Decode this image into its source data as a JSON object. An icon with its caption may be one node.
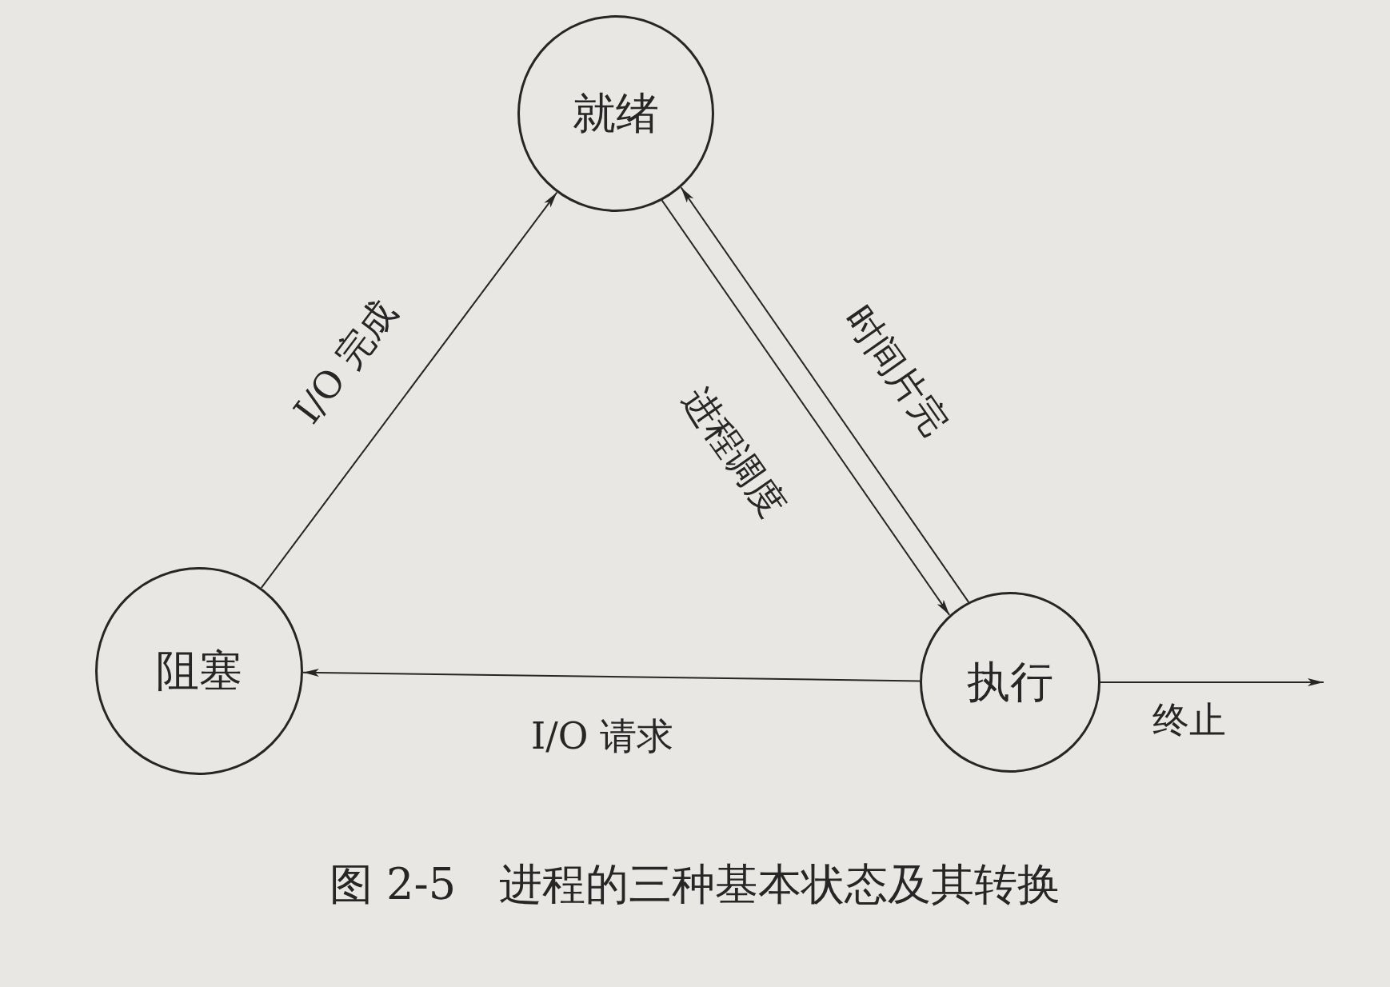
{
  "diagram": {
    "caption": "图 2-5　进程的三种基本状态及其转换",
    "nodes": [
      {
        "text": [
          "就绪"
        ]
      },
      {
        "text": [
          "阻塞"
        ]
      },
      {
        "text": [
          "执行"
        ]
      }
    ],
    "edges": [
      {
        "from": 1,
        "to": 0,
        "arrow": "to",
        "label": "I/O 完成"
      },
      {
        "from": 0,
        "to": 2,
        "arrow": "to",
        "label": "进程调度"
      },
      {
        "from": 2,
        "to": 0,
        "arrow": "to",
        "label": "时间片完"
      },
      {
        "from": 2,
        "to": 1,
        "arrow": "to",
        "label": "I/O 请求"
      },
      {
        "from": 2,
        "to": null,
        "arrow": "to",
        "label": "终止"
      }
    ]
  }
}
